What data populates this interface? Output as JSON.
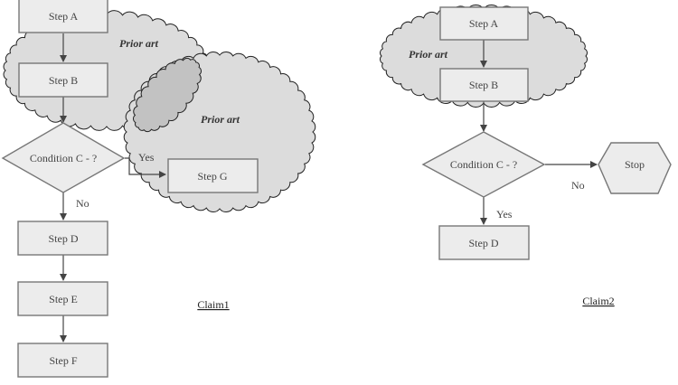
{
  "colors": {
    "cloud_fill": "#dcdcdc",
    "cloud_overlap_fill": "#c2c2c2",
    "box_fill": "#ececec",
    "box_stroke": "#777777",
    "edge": "#444444"
  },
  "claim1": {
    "caption": "Claim1",
    "clouds": [
      {
        "id": "prior-art-1",
        "label": "Prior art"
      },
      {
        "id": "prior-art-2",
        "label": "Prior art"
      }
    ],
    "nodes": [
      {
        "id": "stepA",
        "shape": "rect",
        "label": "Step A"
      },
      {
        "id": "stepB",
        "shape": "rect",
        "label": "Step B"
      },
      {
        "id": "condC",
        "shape": "diamond",
        "label": "Condition C - ?"
      },
      {
        "id": "stepG",
        "shape": "rect",
        "label": "Step G"
      },
      {
        "id": "stepD",
        "shape": "rect",
        "label": "Step D"
      },
      {
        "id": "stepE",
        "shape": "rect",
        "label": "Step E"
      },
      {
        "id": "stepF",
        "shape": "rect",
        "label": "Step F"
      }
    ],
    "edges": [
      {
        "from": "stepA",
        "to": "stepB",
        "label": ""
      },
      {
        "from": "stepB",
        "to": "condC",
        "label": ""
      },
      {
        "from": "condC",
        "to": "stepG",
        "label": "Yes"
      },
      {
        "from": "condC",
        "to": "stepD",
        "label": "No"
      },
      {
        "from": "stepD",
        "to": "stepE",
        "label": ""
      },
      {
        "from": "stepE",
        "to": "stepF",
        "label": ""
      }
    ]
  },
  "claim2": {
    "caption": "Claim2",
    "clouds": [
      {
        "id": "prior-art-3",
        "label": "Prior art"
      }
    ],
    "nodes": [
      {
        "id": "stepA",
        "shape": "rect",
        "label": "Step A"
      },
      {
        "id": "stepB",
        "shape": "rect",
        "label": "Step B"
      },
      {
        "id": "condC",
        "shape": "diamond",
        "label": "Condition C - ?"
      },
      {
        "id": "stop",
        "shape": "hexagon",
        "label": "Stop"
      },
      {
        "id": "stepD",
        "shape": "rect",
        "label": "Step D"
      }
    ],
    "edges": [
      {
        "from": "stepA",
        "to": "stepB",
        "label": ""
      },
      {
        "from": "stepB",
        "to": "condC",
        "label": ""
      },
      {
        "from": "condC",
        "to": "stop",
        "label": "No"
      },
      {
        "from": "condC",
        "to": "stepD",
        "label": "Yes"
      }
    ]
  }
}
